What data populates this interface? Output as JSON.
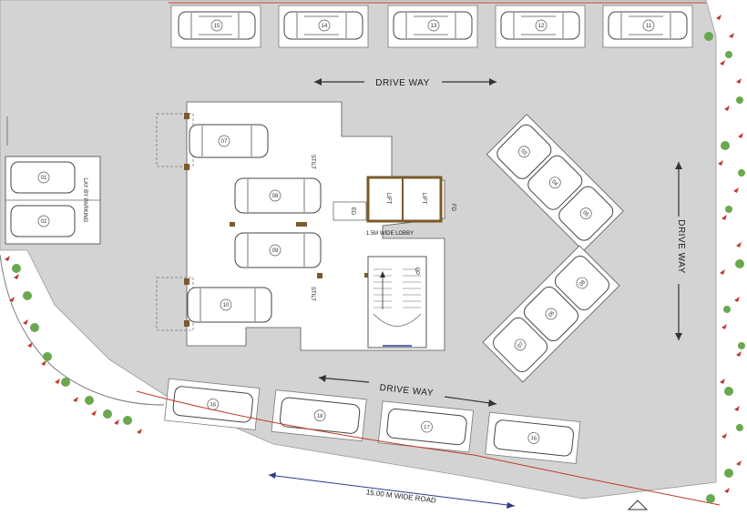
{
  "labels": {
    "drive_way_top": "DRIVE WAY",
    "drive_way_right": "DRIVE WAY",
    "drive_way_bottom": "DRIVE WAY",
    "lay_by_parking": "LAY BY PARKING",
    "lobby": "1.5M WIDE LOBBY",
    "lift_1": "LIFT",
    "lift_2": "LIFT",
    "stilt_top": "STILT",
    "stilt_bottom": "STILT",
    "ed": "ED",
    "fd": "FD",
    "up": "UP",
    "road": "15.00 M WIDE ROAD"
  },
  "parking_numbers": {
    "top_row": [
      "15",
      "14",
      "13",
      "12",
      "11"
    ],
    "bottom_row": [
      "16",
      "18",
      "17",
      "16"
    ],
    "lay_by": [
      "01",
      "02"
    ],
    "stilt_left": [
      "07",
      "08",
      "09",
      "10"
    ],
    "wing_upper": [
      "03",
      "04",
      "05"
    ],
    "wing_lower": [
      "07",
      "06",
      "08"
    ]
  },
  "colors": {
    "ground": "#d3d3d3",
    "road_line": "#c0392b",
    "building_wall": "#7a5a2a",
    "plants_red": "#c0392b",
    "plants_green": "#6aa84f",
    "road_arrow": "#2a3a8a"
  }
}
